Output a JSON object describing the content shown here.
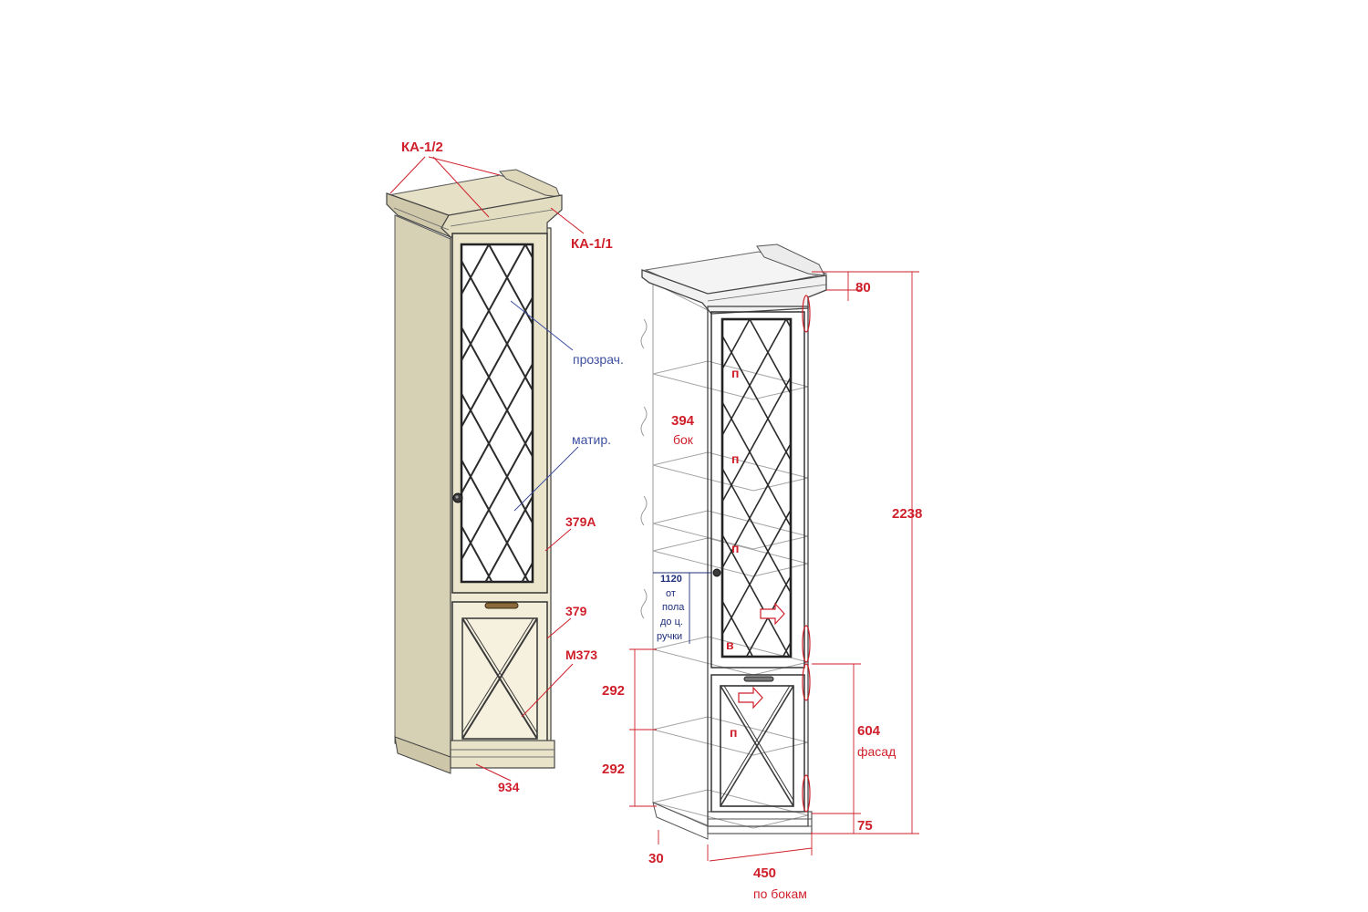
{
  "left_view": {
    "callouts": {
      "ka12": "КА-1/2",
      "ka11": "КА-1/1",
      "transparent": "прозрач.",
      "matte": "матир.",
      "glass_door": "379А",
      "lower_door": "379",
      "overlay": "М373",
      "plinth": "934"
    }
  },
  "right_view": {
    "dims": {
      "total_height": "2238",
      "crown_height": "80",
      "shelf_gap": "394",
      "shelf_gap_note": "бок",
      "handle_height": "1120",
      "handle_note_1": "от",
      "handle_note_2": "пола",
      "handle_note_3": "до ц.",
      "handle_note_4": "ручки",
      "lower_gap_1": "292",
      "lower_gap_2": "292",
      "facade_height": "604",
      "facade_note": "фасад",
      "plinth_height": "75",
      "foot_height": "30",
      "width": "450",
      "width_note": "по бокам"
    },
    "markers": {
      "m1": "п",
      "m2": "п",
      "m3": "п",
      "m4": "в",
      "m5": "п"
    }
  },
  "colors": {
    "callout_red": "#cf1f2a",
    "note_blue": "#3d4fa0",
    "cabinet_fill": "#efead3",
    "outline": "#3a3a3a"
  }
}
